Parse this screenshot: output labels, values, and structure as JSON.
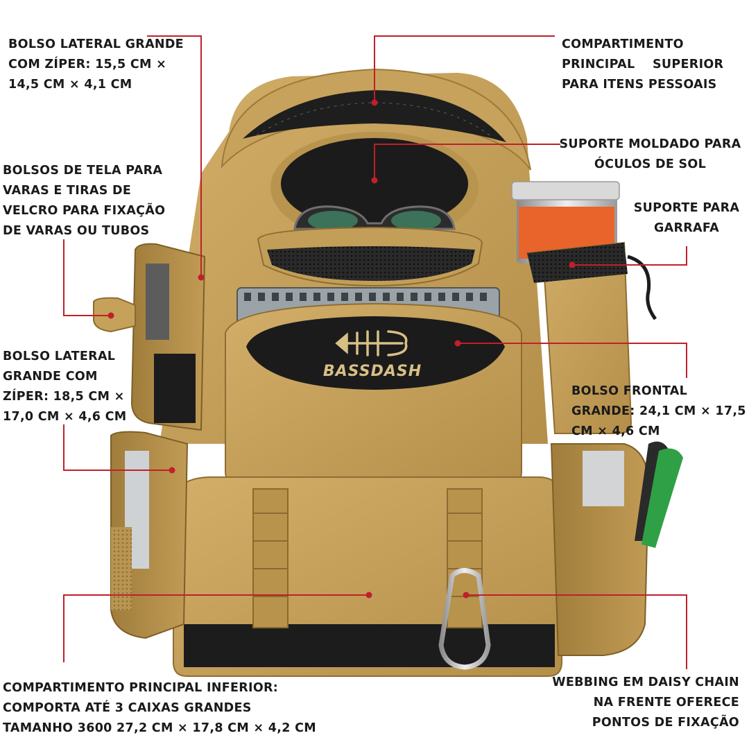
{
  "colors": {
    "bag_tan": "#c9a45e",
    "bag_tan_dark": "#a8843f",
    "bag_black": "#1c1c1c",
    "bottle_orange": "#e8642a",
    "callout_red": "#c0202a",
    "text": "#1a1a1a"
  },
  "product": {
    "logo_text": "BASSDASH"
  },
  "callouts": {
    "side_pocket_upper": {
      "lines": [
        "BOLSO LATERAL GRANDE",
        "COM ZÍPER: 15,5 CM ×",
        "14,5 CM × 4,1 CM"
      ]
    },
    "mesh_pockets": {
      "lines": [
        "BOLSOS DE TELA PARA",
        "VARAS E TIRAS DE",
        "VELCRO PARA FIXAÇÃO",
        "DE VARAS OU TUBOS"
      ]
    },
    "side_pocket_lower": {
      "lines": [
        "BOLSO LATERAL",
        "GRANDE COM",
        "ZÍPER: 18,5 CM ×",
        "17,0 CM × 4,6 CM"
      ]
    },
    "main_upper": {
      "lines": [
        "COMPARTIMENTO",
        "PRINCIPAL    SUPERIOR",
        "PARA ITENS PESSOAIS"
      ]
    },
    "sunglasses": {
      "lines": [
        "SUPORTE MOLDADO PARA",
        "ÓCULOS DE SOL"
      ]
    },
    "bottle": {
      "lines": [
        "SUPORTE PARA",
        "GARRAFA"
      ]
    },
    "front_pocket": {
      "lines": [
        "BOLSO FRONTAL",
        "GRANDE: 24,1 CM × 17,5",
        "CM × 4,6 CM"
      ]
    },
    "main_lower": {
      "lines": [
        "COMPARTIMENTO PRINCIPAL INFERIOR:",
        "COMPORTA ATÉ 3 CAIXAS GRANDES",
        "TAMANHO 3600 27,2 CM × 17,8 CM × 4,2 CM"
      ]
    },
    "daisy_chain": {
      "lines": [
        "WEBBING EM DAISY CHAIN",
        "NA FRENTE OFERECE",
        "PONTOS DE FIXAÇÃO"
      ]
    }
  }
}
